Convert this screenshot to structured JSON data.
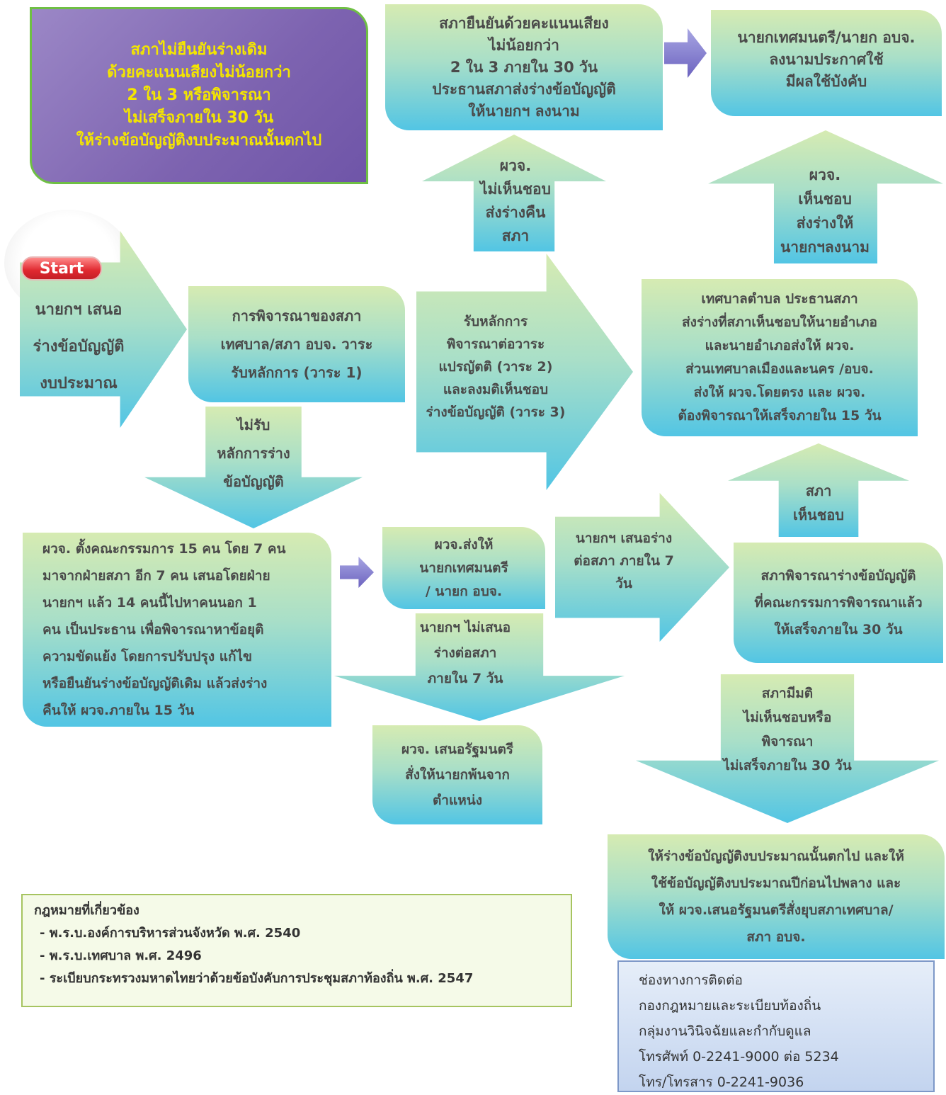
{
  "start": {
    "badge": "Start",
    "lines": [
      "นายกฯ เสนอ",
      "ร่างข้อบัญญัติ",
      "งบประมาณ"
    ]
  },
  "purple_box": {
    "lines": [
      "สภาไม่ยืนยันร่างเดิม",
      "ด้วยคะแนนเสียงไม่น้อยกว่า",
      "2 ใน 3 หรือพิจารณา",
      "ไม่เสร็จภายใน 30 วัน",
      "ให้ร่างข้อบัญญัติงบประมาณนั้นตกไป"
    ]
  },
  "council_confirm": {
    "lines": [
      "สภายืนยันด้วยคะแนนเสียง",
      "ไม่น้อยกว่า",
      "2 ใน 3 ภายใน 30 วัน",
      "ประธานสภาส่งร่างข้อบัญญัติ",
      "ให้นายกฯ ลงนาม"
    ]
  },
  "mayor_sign": {
    "lines": [
      "นายกเทศมนตรี/นายก อบจ.",
      "ลงนามประกาศใช้",
      "มีผลใช้บังคับ"
    ]
  },
  "arrow_gov_disagree": {
    "lines": [
      "ผวจ.",
      "ไม่เห็นชอบ",
      "ส่งร่างคืน",
      "สภา"
    ]
  },
  "arrow_gov_agree": {
    "lines": [
      "ผวจ.",
      "เห็นชอบ",
      "ส่งร่างให้",
      "นายกฯลงนาม"
    ]
  },
  "council_consider": {
    "lines": [
      "การพิจารณาของสภา",
      "เทศบาล/สภา อบจ. วาระ",
      "รับหลักการ (วาระ 1)"
    ]
  },
  "arrow_accept": {
    "lines": [
      "รับหลักการ",
      "พิจารณาต่อวาระ",
      "แปรญัตติ (วาระ 2)",
      "และลงมติเห็นชอบ",
      "ร่างข้อบัญญัติ (วาระ 3)"
    ]
  },
  "municipality_box": {
    "lines": [
      "เทศบาลตำบล ประธานสภา",
      "ส่งร่างที่สภาเห็นชอบให้นายอำเภอ",
      "และนายอำเภอส่งให้ ผวจ.",
      "ส่วนเทศบาลเมืองและนคร /อบจ.",
      "ส่งให้ ผวจ.โดยตรง และ ผวจ.",
      "ต้องพิจารณาให้เสร็จภายใน 15 วัน"
    ]
  },
  "arrow_reject": {
    "lines": [
      "ไม่รับ",
      "หลักการร่าง",
      "ข้อบัญญัติ"
    ]
  },
  "committee_box": {
    "lines": [
      "ผวจ. ตั้งคณะกรรมการ 15 คน โดย 7 คน",
      "มาจากฝ่ายสภา อีก 7 คน เสนอโดยฝ่าย",
      "นายกฯ แล้ว 14 คนนี้ไปหาคนนอก 1",
      "คน เป็นประธาน เพื่อพิจารณาหาข้อยุติ",
      "ความขัดแย้ง โดยการปรับปรุง แก้ไข",
      "หรือยืนยันร่างข้อบัญญัติเดิม แล้วส่งร่าง",
      "คืนให้ ผวจ.ภายใน 15 วัน"
    ]
  },
  "gov_send": {
    "lines": [
      "ผวจ.ส่งให้",
      "นายกเทศมนตรี",
      "/ นายก อบจ."
    ]
  },
  "arrow_mayor_propose": {
    "lines": [
      "นายกฯ เสนอร่าง",
      "ต่อสภา ภายใน 7",
      "วัน"
    ]
  },
  "arrow_council_agree": {
    "lines": [
      "สภา",
      "เห็นชอบ"
    ]
  },
  "council_review": {
    "lines": [
      "สภาพิจารณาร่างข้อบัญญัติ",
      "ที่คณะกรรมการพิจารณาแล้ว",
      "ให้เสร็จภายใน 30 วัน"
    ]
  },
  "arrow_mayor_not_propose": {
    "lines": [
      "นายกฯ ไม่เสนอ",
      "ร่างต่อสภา",
      "ภายใน 7 วัน"
    ]
  },
  "gov_propose_minister": {
    "lines": [
      "ผวจ. เสนอรัฐมนตรี",
      "สั่งให้นายกพ้นจาก",
      "ตำแหน่ง"
    ]
  },
  "arrow_council_resolve": {
    "lines": [
      "สภามีมติ",
      "ไม่เห็นชอบหรือ",
      "พิจารณา",
      "ไม่เสร็จภายใน 30 วัน"
    ]
  },
  "budget_lapse": {
    "lines": [
      "ให้ร่างข้อบัญญัติงบประมาณนั้นตกไป และให้",
      "ใช้ข้อบัญญัติงบประมาณปีก่อนไปพลาง และ",
      "ให้ ผวจ.เสนอรัฐมนตรีสั่งยุบสภาเทศบาล/",
      "สภา อบจ."
    ]
  },
  "laws": {
    "title": "กฎหมายที่เกี่ยวข้อง",
    "items": [
      "- พ.ร.บ.องค์การบริหารส่วนจังหวัด พ.ศ. 2540",
      "- พ.ร.บ.เทศบาล พ.ศ. 2496",
      "- ระเบียบกระทรวงมหาดไทยว่าด้วยข้อบังคับการประชุมสภาท้องถิ่น พ.ศ. 2547"
    ]
  },
  "contact": {
    "lines": [
      "ช่องทางการติดต่อ",
      "กองกฎหมายและระเบียบท้องถิ่น",
      "กลุ่มงานวินิจฉัยและกำกับดูแล",
      "โทรศัพท์ 0-2241-9000 ต่อ 5234",
      "โทร/โทรสาร 0-2241-9036"
    ]
  }
}
